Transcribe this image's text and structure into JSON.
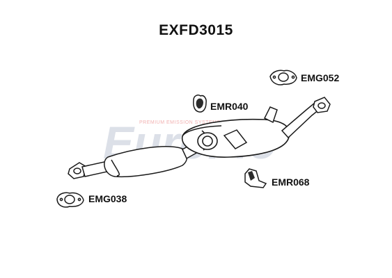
{
  "diagram": {
    "part_number": "EXFD3015",
    "watermark": {
      "brand_text": "EuroFlo",
      "tagline": "PREMIUM EMISSION SYSTEMS"
    },
    "components": [
      {
        "code": "EMG052"
      },
      {
        "code": "EMR040"
      },
      {
        "code": "EMR068"
      },
      {
        "code": "EMG038"
      }
    ],
    "colors": {
      "line": "#1a1a1a",
      "watermark_grey": "#d9dde6",
      "watermark_blue": "#c7cee0",
      "watermark_red": "#f0b3b3",
      "rubber": "#2b2b2b"
    }
  }
}
